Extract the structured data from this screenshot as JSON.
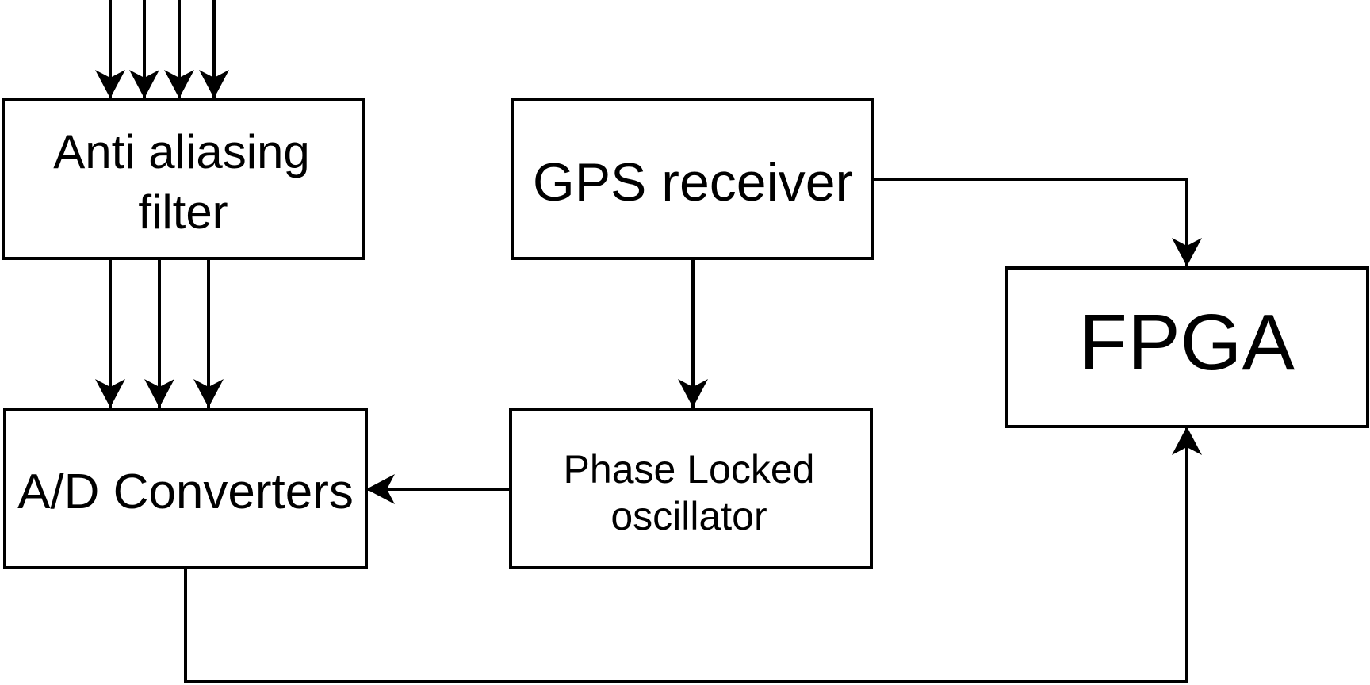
{
  "blocks": {
    "anti_aliasing": {
      "line1": "Anti aliasing",
      "line2": "filter"
    },
    "gps": {
      "label": "GPS receiver"
    },
    "fpga": {
      "label": "FPGA"
    },
    "adc": {
      "label": "A/D Converters"
    },
    "pll": {
      "line1": "Phase Locked",
      "line2": "oscillator"
    }
  },
  "colors": {
    "stroke": "#000000",
    "background": "#ffffff"
  }
}
